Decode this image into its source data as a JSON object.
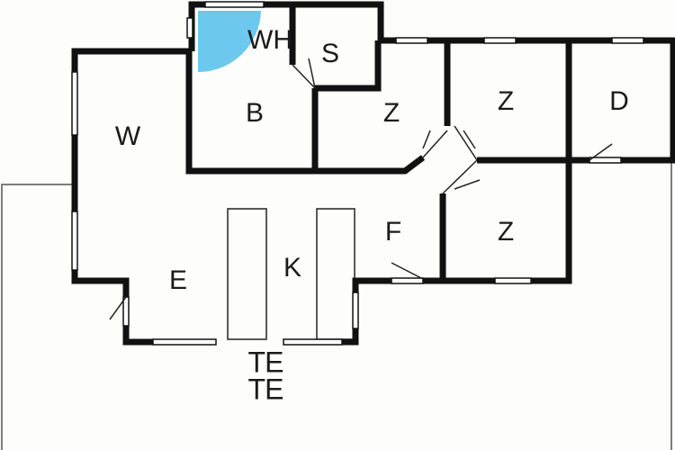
{
  "title": "Floor plan",
  "colors": {
    "wall": "#111111",
    "door_swing": "#6cc8ef",
    "floor": "#fdfdfb",
    "outline": "#555555"
  },
  "rooms": [
    {
      "id": "wh",
      "label": "WH"
    },
    {
      "id": "s",
      "label": "S"
    },
    {
      "id": "b",
      "label": "B"
    },
    {
      "id": "z1",
      "label": "Z"
    },
    {
      "id": "z2",
      "label": "Z"
    },
    {
      "id": "d",
      "label": "D"
    },
    {
      "id": "w",
      "label": "W"
    },
    {
      "id": "f",
      "label": "F"
    },
    {
      "id": "z3",
      "label": "Z"
    },
    {
      "id": "e",
      "label": "E"
    },
    {
      "id": "k",
      "label": "K"
    },
    {
      "id": "te1",
      "label": "TE"
    },
    {
      "id": "te2",
      "label": "TE"
    }
  ]
}
